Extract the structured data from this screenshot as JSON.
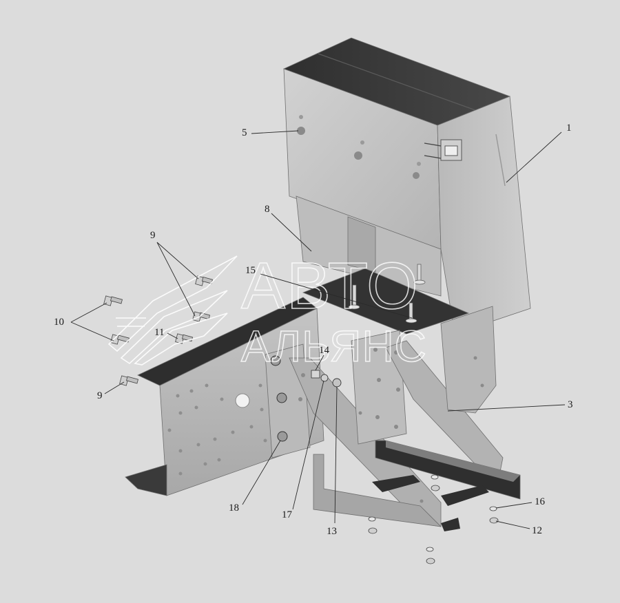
{
  "watermark": {
    "line1": "АВТО",
    "line2": "АЛЬЯНС"
  },
  "callouts": [
    {
      "id": "c1",
      "label": "1"
    },
    {
      "id": "c3",
      "label": "3"
    },
    {
      "id": "c5",
      "label": "5"
    },
    {
      "id": "c8",
      "label": "8"
    },
    {
      "id": "c9a",
      "label": "9"
    },
    {
      "id": "c9b",
      "label": "9"
    },
    {
      "id": "c10",
      "label": "10"
    },
    {
      "id": "c11",
      "label": "11"
    },
    {
      "id": "c12",
      "label": "12"
    },
    {
      "id": "c13",
      "label": "13"
    },
    {
      "id": "c14",
      "label": "14"
    },
    {
      "id": "c15",
      "label": "15"
    },
    {
      "id": "c16",
      "label": "16"
    },
    {
      "id": "c17",
      "label": "17"
    },
    {
      "id": "c18",
      "label": "18"
    }
  ],
  "colors": {
    "background": "#dcdcdc",
    "part_light": "#c8c8c8",
    "part_mid": "#aaaaaa",
    "part_dark": "#3c3c3c",
    "metal": "#b5b5b5"
  }
}
